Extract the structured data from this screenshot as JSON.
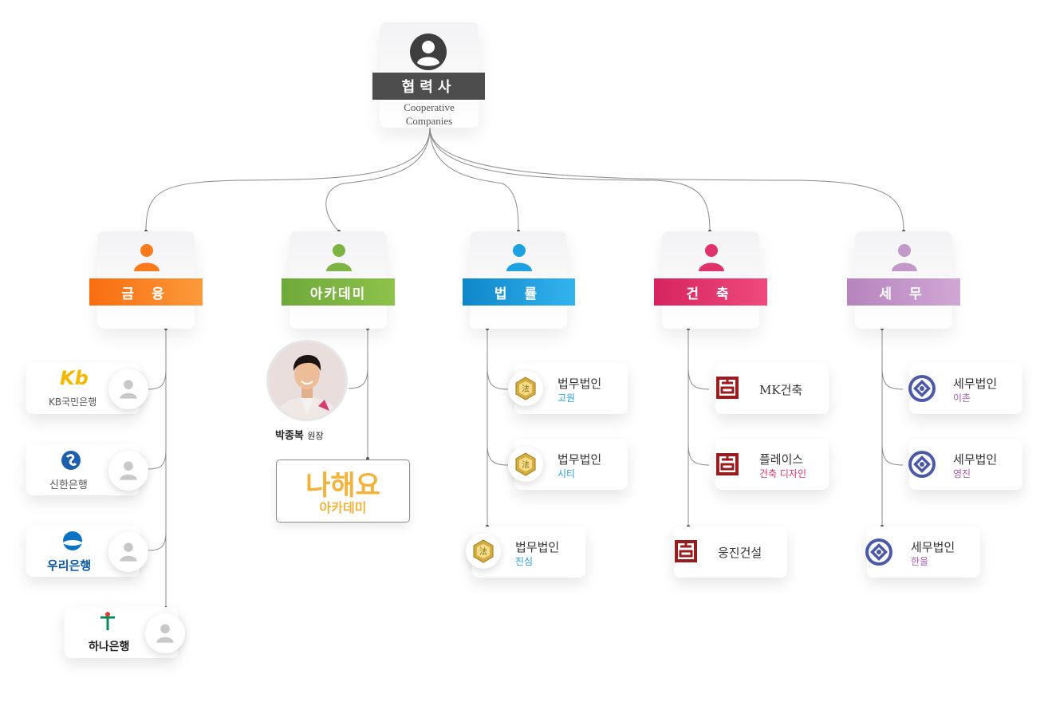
{
  "root": {
    "title": "협력사",
    "subtitle_line1": "Cooperative",
    "subtitle_line2": "Companies"
  },
  "categories": [
    {
      "label": "금 융",
      "color": "#f97a1c"
    },
    {
      "label": "아카데미",
      "color": "#7cb342"
    },
    {
      "label": "법 률",
      "color": "#1ea1e0"
    },
    {
      "label": "건 축",
      "color": "#e0336c"
    },
    {
      "label": "세 무",
      "color": "#c399c9"
    }
  ],
  "finance": {
    "kb_logo": "Kb",
    "kb": "KB국민은행",
    "shinhan": "신한은행",
    "woori": "우리은행",
    "hana": "하나은행"
  },
  "academy": {
    "person_name": "박종복",
    "person_title": "원장",
    "logo_main": "나해요",
    "logo_sub": "아카데미"
  },
  "law": [
    {
      "name": "법무법인",
      "sub": "고원"
    },
    {
      "name": "법무법인",
      "sub": "시티"
    },
    {
      "name": "법무법인",
      "sub": "진심"
    }
  ],
  "arch": [
    {
      "name": "MK건축",
      "sub": ""
    },
    {
      "name": "플레이스",
      "sub": "건축 디자인"
    },
    {
      "name": "웅진건설",
      "sub": ""
    }
  ],
  "tax": [
    {
      "name": "세무법인",
      "sub": "이촌"
    },
    {
      "name": "세무법인",
      "sub": "영진"
    },
    {
      "name": "세무법인",
      "sub": "한울"
    }
  ],
  "colors": {
    "law_sub": "#1ea1e0",
    "arch_sub": "#e0336c",
    "tax_sub": "#a55ab3",
    "seal": "#9b1c1f",
    "gold": "#c8a23a",
    "tax_icon": "#4b5aa8"
  }
}
